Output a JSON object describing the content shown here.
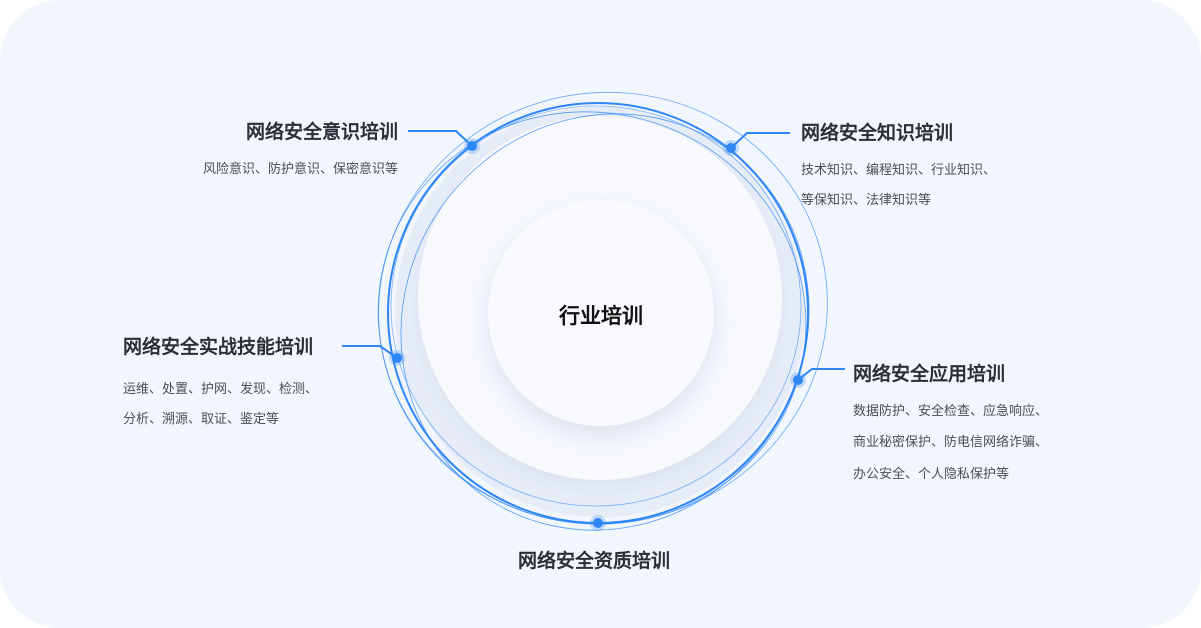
{
  "center": {
    "label": "行业培训"
  },
  "colors": {
    "accent": "#2f86f6",
    "background": "#f2f6fd",
    "title": "#2b2f36",
    "desc": "#4a4f57"
  },
  "items": [
    {
      "title": "网络安全意识培训",
      "desc": [
        "风险意识、防护意识、保密意识等"
      ]
    },
    {
      "title": "网络安全知识培训",
      "desc": [
        "技术知识、编程知识、行业知识、",
        "等保知识、法律知识等"
      ]
    },
    {
      "title": "网络安全实战技能培训",
      "desc": [
        "运维、处置、护网、发现、检测、",
        "分析、溯源、取证、鉴定等"
      ]
    },
    {
      "title": "网络安全应用培训",
      "desc": [
        "数据防护、安全检查、应急响应、",
        "商业秘密保护、防电信网络诈骗、",
        "办公安全、个人隐私保护等"
      ]
    },
    {
      "title": "网络安全资质培训",
      "desc": []
    }
  ]
}
